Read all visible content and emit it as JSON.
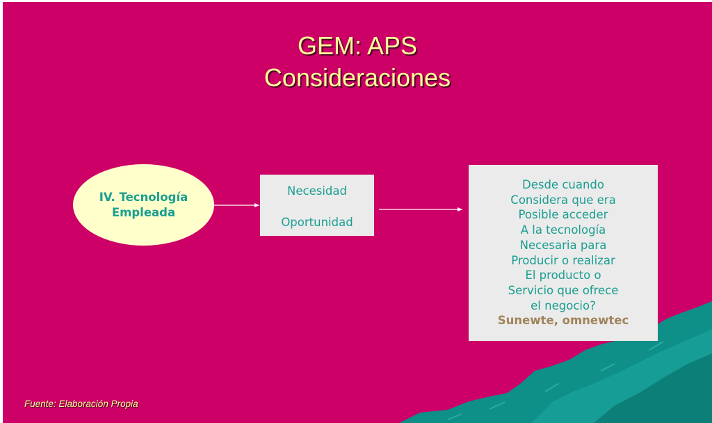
{
  "slide": {
    "title_line1": "GEM: APS",
    "title_line2": "Consideraciones",
    "ellipse": {
      "line1": "IV. Tecnología",
      "line2": "Empleada"
    },
    "middle_box": {
      "line1": "Necesidad",
      "line2": "Oportunidad"
    },
    "right_box": {
      "lines": [
        "Desde cuando",
        "Considera que era",
        "Posible acceder",
        "A la tecnología",
        "Necesaria para",
        "Producir o realizar",
        "El producto o",
        "Servicio que ofrece",
        "el negocio?"
      ],
      "answer": "Sunewte, omnewtec"
    },
    "source": "Fuente:  Elaboración Propia"
  },
  "colors": {
    "background": "#cc0066",
    "title": "#ffff99",
    "ellipse_fill": "#ffffcc",
    "teal_text": "#1a9e90",
    "box_fill": "#ebebeb",
    "answer_text": "#a0845a",
    "decoration": "#0e8f88"
  }
}
